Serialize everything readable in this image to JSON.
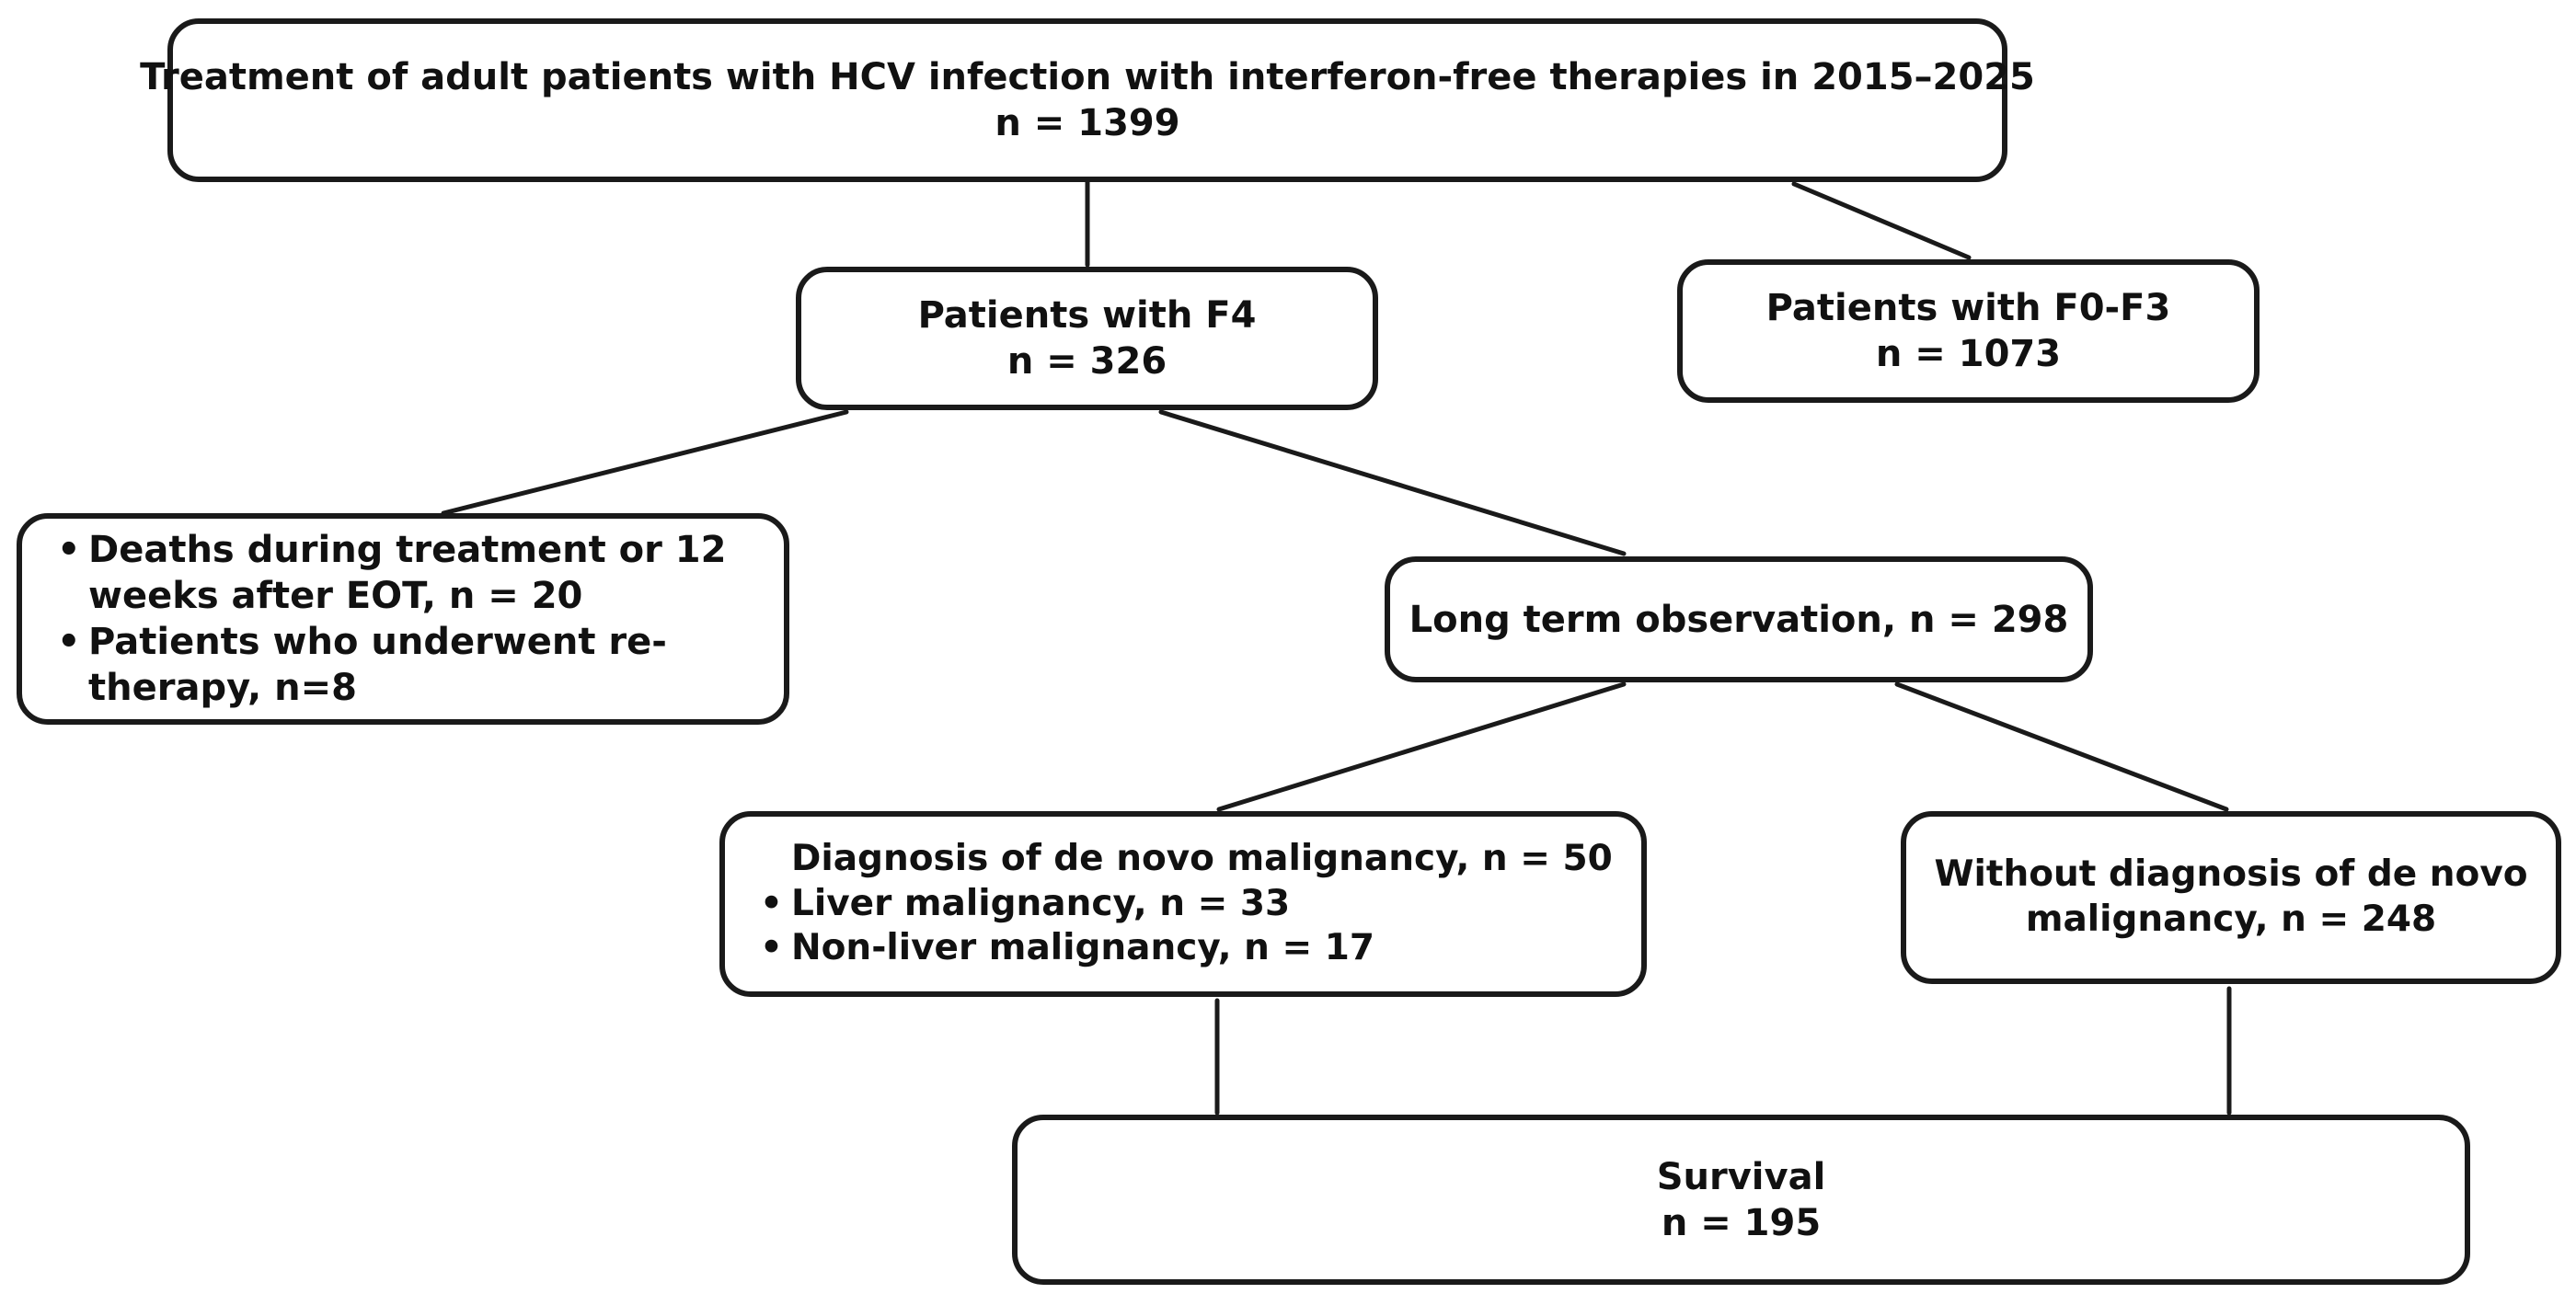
{
  "flowchart": {
    "top": {
      "title": "Treatment of adult patients with HCV infection with interferon-free therapies in 2015–2025",
      "count": "n = 1399"
    },
    "f4": {
      "title": "Patients with F4",
      "count": "n = 326"
    },
    "f0f3": {
      "title": "Patients with F0-F3",
      "count": "n = 1073"
    },
    "excluded": {
      "items": [
        "Deaths during treatment or 12 weeks after EOT, n = 20",
        "Patients who underwent re-therapy, n=8"
      ]
    },
    "observation": {
      "title": "Long term observation, n = 298"
    },
    "malignancy": {
      "title": "Diagnosis of de novo malignancy, n = 50",
      "items": [
        "Liver malignancy, n = 33",
        "Non-liver malignancy, n = 17"
      ]
    },
    "no_malignancy": {
      "line1": "Without diagnosis of de novo",
      "line2": "malignancy, n = 248"
    },
    "survival": {
      "title": "Survival",
      "count": "n = 195"
    }
  }
}
